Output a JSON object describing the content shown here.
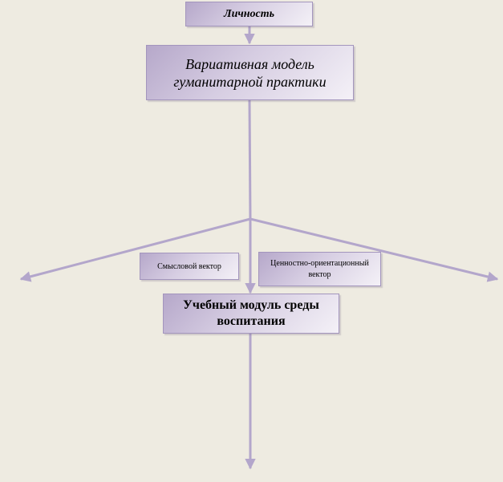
{
  "diagram": {
    "nodes": {
      "lichnost": "Личность",
      "model_line1": "Вариативная модель",
      "model_line2": "гуманитарной практики",
      "vector_semantic": "Смысловой вектор",
      "vector_value_line1": "Ценностно-ориентационный",
      "vector_value_line2": "вектор",
      "modul_line1": "Учебный модуль среды",
      "modul_line2": "воспитания"
    },
    "colors": {
      "background": "#eeebe1",
      "connector": "#b3a6cb",
      "box_border": "#a395bd"
    }
  }
}
